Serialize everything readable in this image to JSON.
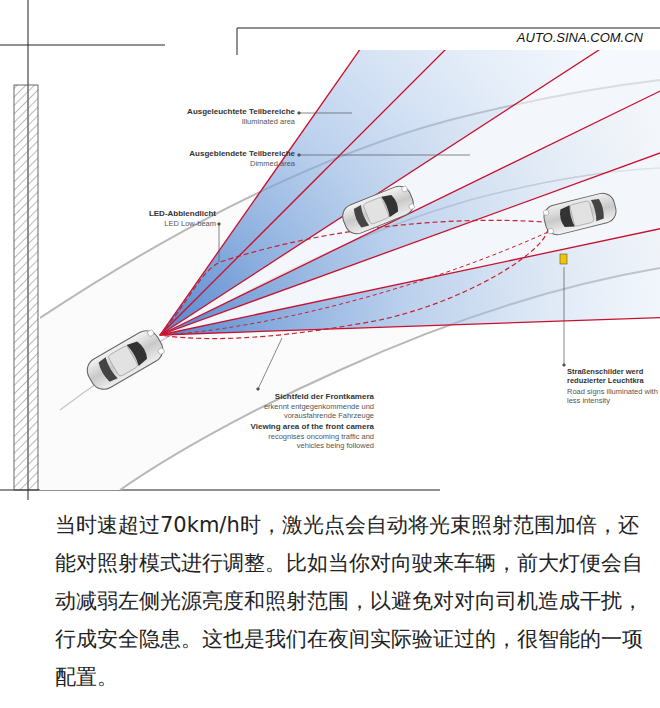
{
  "diagram": {
    "caption": "当时速超过70km/h时，激光点会自动将光束照射范围加倍，还能对照射模式进行调整。比如当你对向驶来车辆，前大灯便会自动减弱左侧光源亮度和照射范围，以避免对对向司机造成干扰，行成安全隐患。这也是我们在夜间实际验证过的，很智能的一项配置。",
    "labels": [
      "AUTO.SINA.COM.CN",
      "Ausgeleuchtete Teilbereiche",
      "Illuminated area",
      "Ausgeblendete Teilbereiche",
      "Dimmed area",
      "LED-Abblendlicht",
      "LED Low-beam",
      "Sichtfeld der Frontkamera",
      "erkennt entgegenkommende und vorausfahrende Fahrzeuge",
      "Viewing area of the front camera",
      "recognises oncoming traffic and vehicles being followed",
      "Straßenschilder werd reduzierter Leuchtkra",
      "Road signs illuminated with less intensity"
    ]
  }
}
